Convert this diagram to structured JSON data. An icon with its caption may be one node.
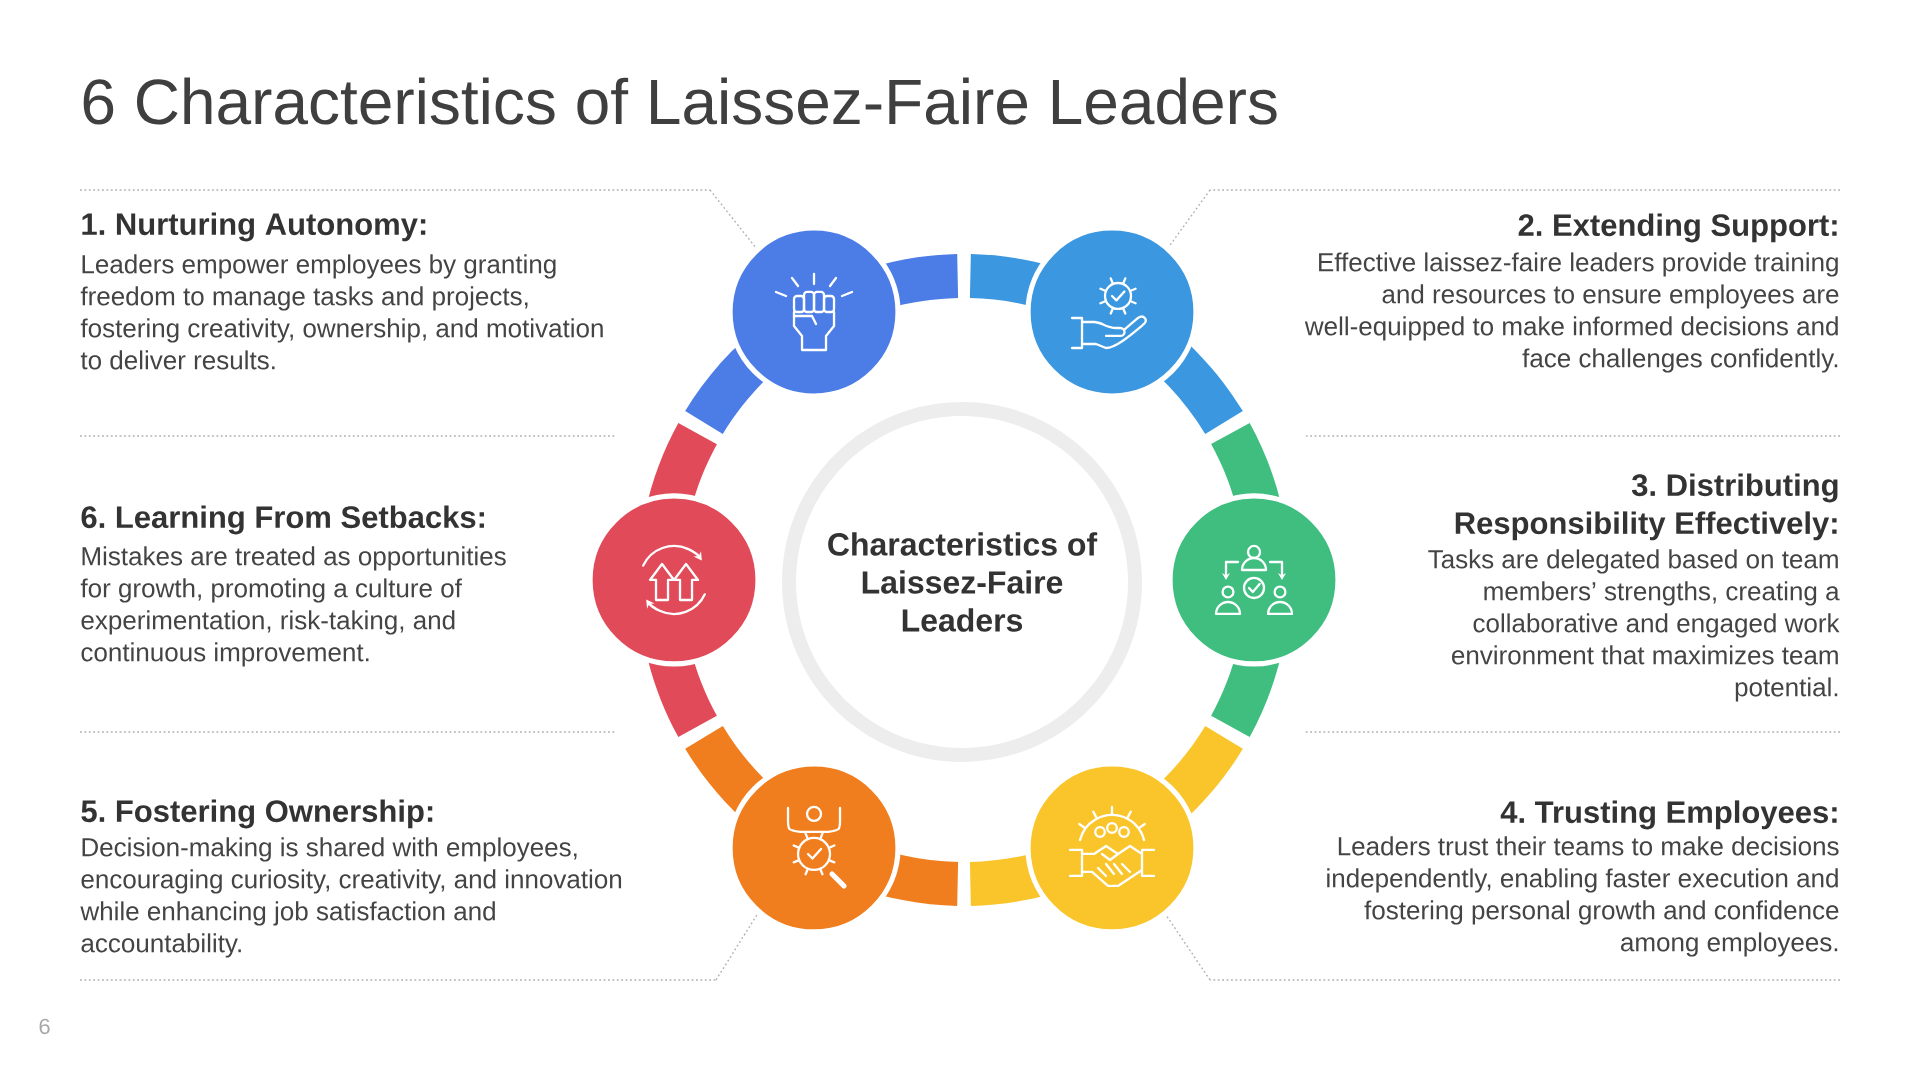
{
  "diagram": {
    "title": "6 Characteristics of Laissez-Faire Leaders",
    "nodes": [
      {
        "text": [
          "Characteristics of Laissez-Faire Leaders"
        ]
      },
      {
        "text": [],
        "shape": "circle",
        "beside": [
          "1. Nurturing Autonomy:",
          "Leaders empower employees by granting freedom to manage tasks and projects, fostering creativity, ownership, and motivation to deliver results."
        ]
      },
      {
        "text": [],
        "shape": "circle",
        "beside": [
          "2. Extending Support:",
          "Effective laissez-faire leaders provide training and resources to ensure employees are well-equipped to make informed decisions and face challenges confidently."
        ]
      },
      {
        "text": [],
        "shape": "circle",
        "beside": [
          "3. Distributing Responsibility Effectively:",
          "Tasks are delegated based on team members’ strengths, creating a collaborative and engaged work environment that maximizes team potential."
        ]
      },
      {
        "text": [],
        "shape": "circle",
        "beside": [
          "4. Trusting Employees:",
          "Leaders trust their teams to make decisions independently, enabling faster execution and fostering personal growth and confidence among employees."
        ]
      },
      {
        "text": [],
        "shape": "circle",
        "beside": [
          "5. Fostering Ownership:",
          "Decision-making is shared with employees, encouraging curiosity, creativity, and innovation while enhancing job satisfaction and accountability."
        ]
      },
      {
        "text": [],
        "shape": "circle",
        "beside": [
          "6. Learning From Setbacks:",
          "Mistakes are treated as opportunities for growth, promoting a culture of experimentation, risk-taking, and continuous improvement."
        ]
      }
    ],
    "labels": [
      "6"
    ]
  }
}
